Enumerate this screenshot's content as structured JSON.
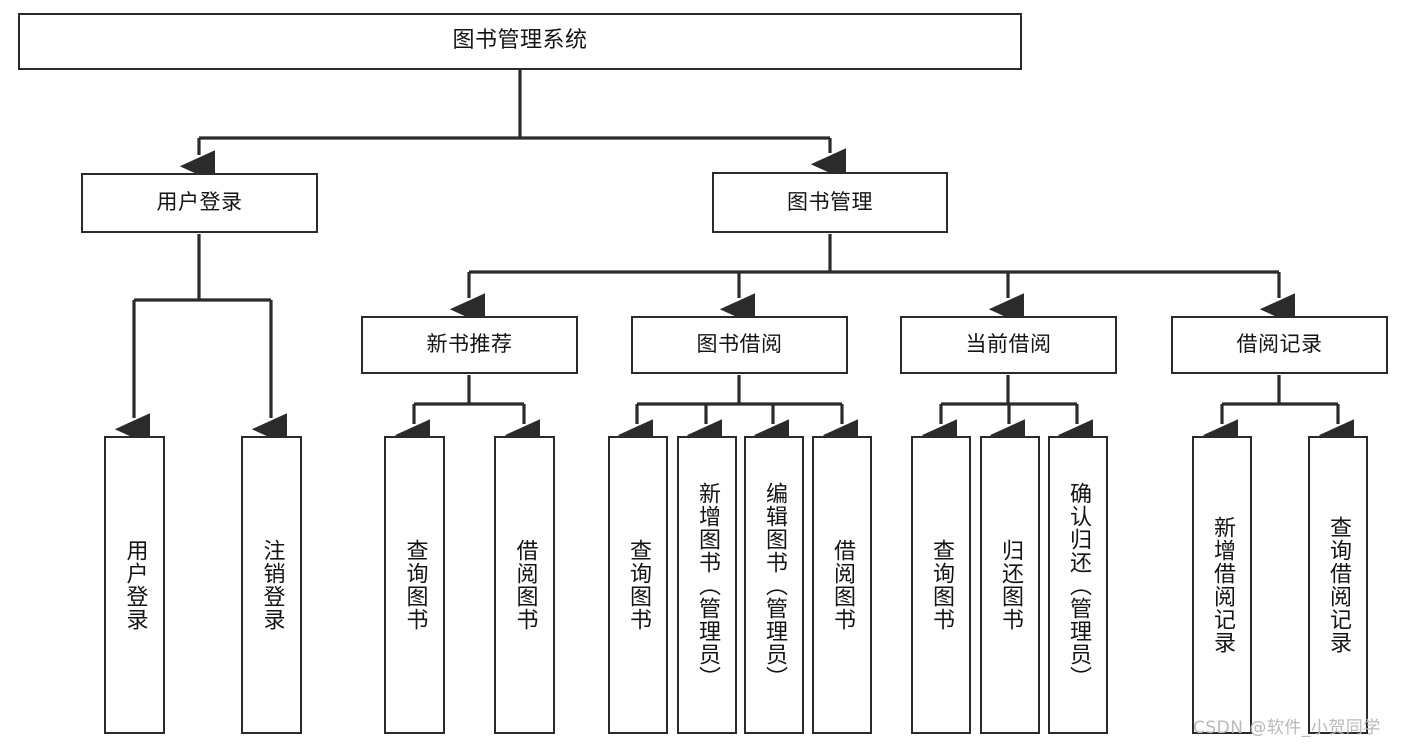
{
  "diagram": {
    "type": "tree",
    "title": "图书管理系统",
    "orientation": "top-down",
    "edge_style": "orthogonal-arrow",
    "colors": {
      "box_border": "#2b2b2b",
      "box_fill": "#ffffff",
      "edge": "#2b2b2b",
      "text": "#141414",
      "background": "#ffffff",
      "watermark": "#b9b9b9"
    },
    "root": {
      "label": "图书管理系统"
    },
    "level1": [
      {
        "label": "用户登录"
      },
      {
        "label": "图书管理"
      }
    ],
    "level2": [
      {
        "label": "新书推荐"
      },
      {
        "label": "图书借阅"
      },
      {
        "label": "当前借阅"
      },
      {
        "label": "借阅记录"
      }
    ],
    "leaves": {
      "user_login": [
        {
          "label": "用户登录"
        },
        {
          "label": "注销登录"
        }
      ],
      "new_book_recommend": [
        {
          "label": "查询图书"
        },
        {
          "label": "借阅图书"
        }
      ],
      "book_borrow": [
        {
          "label": "查询图书"
        },
        {
          "label": "新增图书（管理员）"
        },
        {
          "label": "编辑图书（管理员）"
        },
        {
          "label": "借阅图书"
        }
      ],
      "current_borrow": [
        {
          "label": "查询图书"
        },
        {
          "label": "归还图书"
        },
        {
          "label": "确认归还（管理员）"
        }
      ],
      "borrow_record": [
        {
          "label": "新增借阅记录"
        },
        {
          "label": "查询借阅记录"
        }
      ]
    }
  },
  "watermark": {
    "text": "CSDN @软件_小贺同学"
  }
}
